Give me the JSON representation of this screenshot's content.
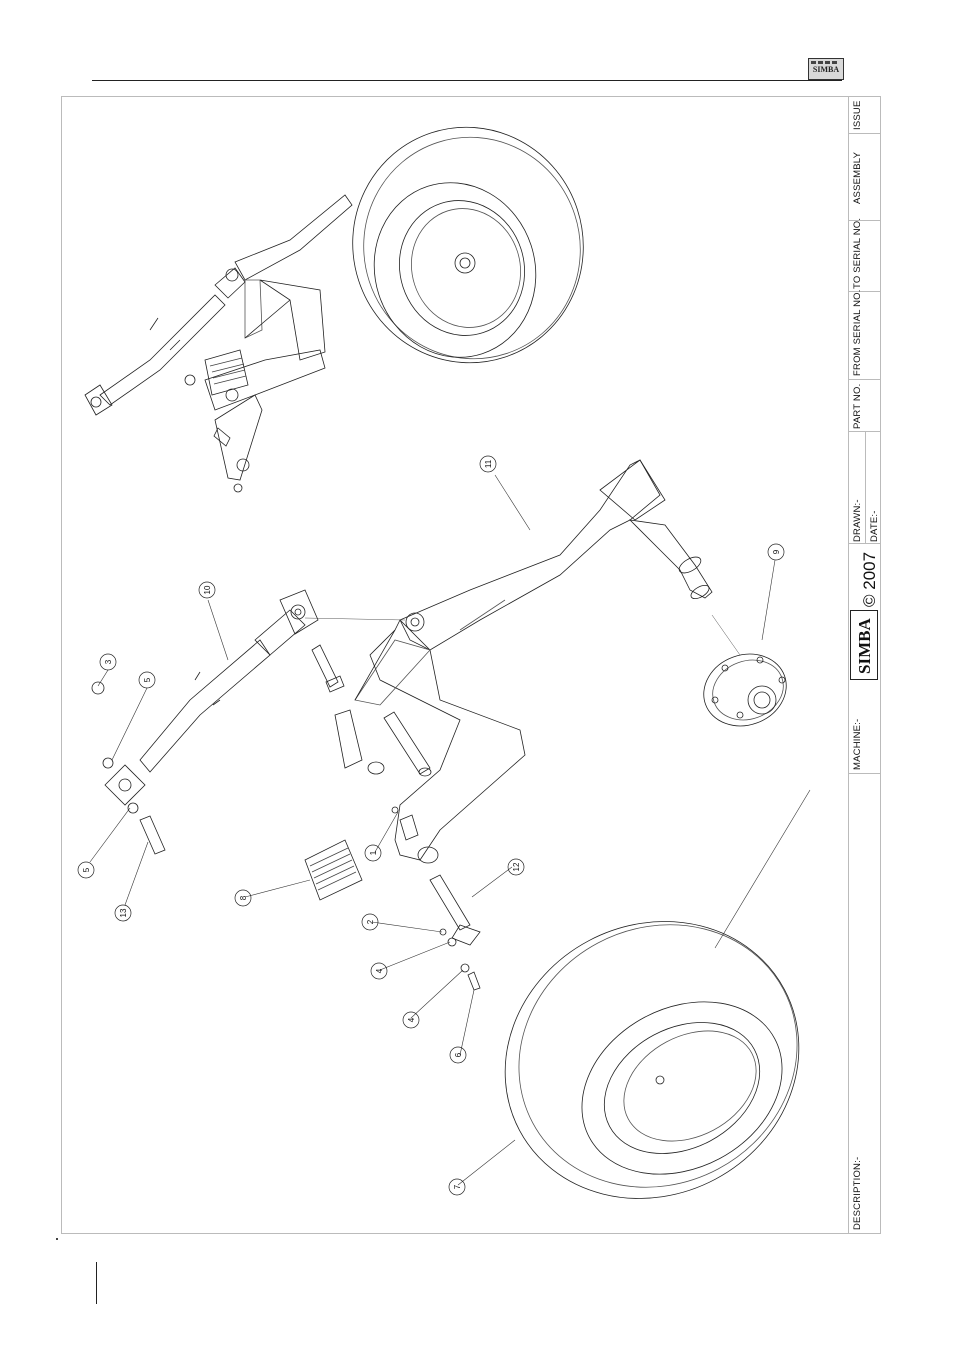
{
  "header": {
    "brand": "SIMBA"
  },
  "title_block": {
    "issue": "ISSUE",
    "assembly": "ASSEMBLY",
    "to_serial": "TO SERIAL NO.",
    "from_serial": "FROM SERIAL NO.",
    "part_no": "PART NO.",
    "drawn": "DRAWN:-",
    "date": "DATE:-",
    "brand": "SIMBA",
    "copyright": "© 2007",
    "machine": "MACHINE:-",
    "description": "DESCRIPTION:-"
  },
  "callouts": [
    "1",
    "2",
    "3",
    "4",
    "4",
    "5",
    "5",
    "6",
    "7",
    "8",
    "9",
    "10",
    "11",
    "12",
    "13"
  ],
  "colors": {
    "line": "#222222",
    "light_line": "#555555",
    "background": "#ffffff"
  }
}
